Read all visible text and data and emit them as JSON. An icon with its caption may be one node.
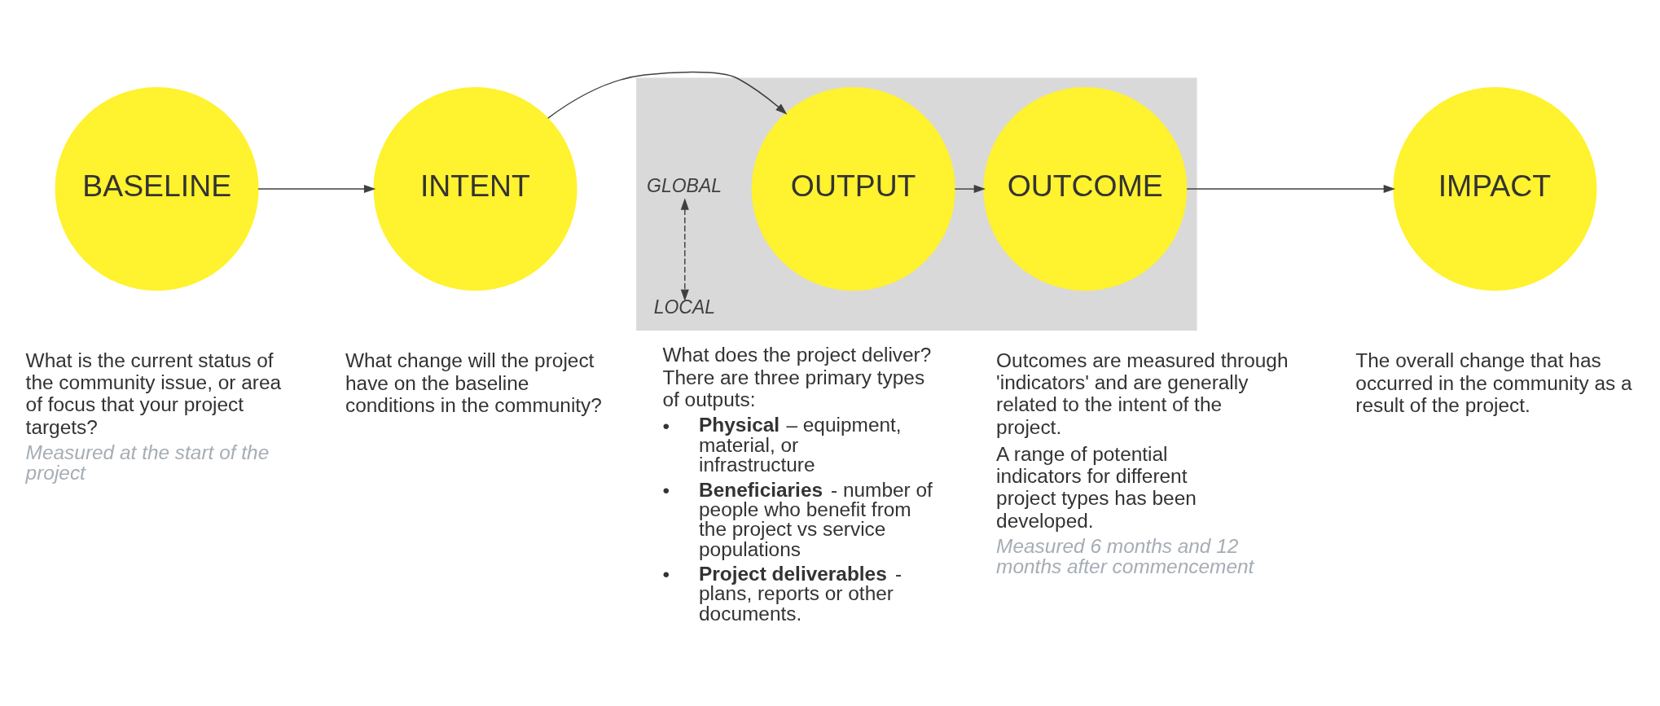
{
  "diagram": {
    "nodes": [
      {
        "text": [
          "BASELINE"
        ],
        "beside": [
          "What is the current status of the community issue, or area of focus that your project targets?",
          "Measured at the start of the project"
        ]
      },
      {
        "text": [
          "INTENT"
        ],
        "beside": [
          "What change will the project have on the baseline conditions in the community?"
        ]
      },
      {
        "text": [],
        "shape": "box"
      },
      {
        "text": [
          "GLOBAL"
        ],
        "in": 2
      },
      {
        "text": [
          "LOCAL"
        ],
        "in": 2
      },
      {
        "text": [
          "OUTPUT"
        ],
        "in": 2,
        "beside": [
          "What does the project deliver? There are three primary types of outputs:",
          "• **Physical** – equipment, material, or infrastructure",
          "• **Beneficiaries** - number of people who benefit from the project vs service populations",
          "• **Project deliverables** - plans, reports or other documents."
        ]
      },
      {
        "text": [
          "OUTCOME"
        ],
        "in": 2,
        "beside": [
          "Outcomes are measured through 'indicators' and are generally related to the intent of the project.",
          "A range of potential indicators for different project types has been developed.",
          "Measured 6 months and 12 months after commencement"
        ]
      },
      {
        "text": [
          "IMPACT"
        ],
        "beside": [
          "The overall change that has occurred in the community as a result of the project."
        ]
      }
    ],
    "edges": [
      {
        "from": 0,
        "to": 1,
        "arrow": "to"
      },
      {
        "from": 1,
        "to": 5,
        "arrow": "to"
      },
      {
        "from": 5,
        "to": 6,
        "arrow": "to"
      },
      {
        "from": 6,
        "to": 7,
        "arrow": "to"
      },
      {
        "from": 3,
        "to": 4,
        "arrow": "both",
        "style": "dashed"
      }
    ]
  }
}
